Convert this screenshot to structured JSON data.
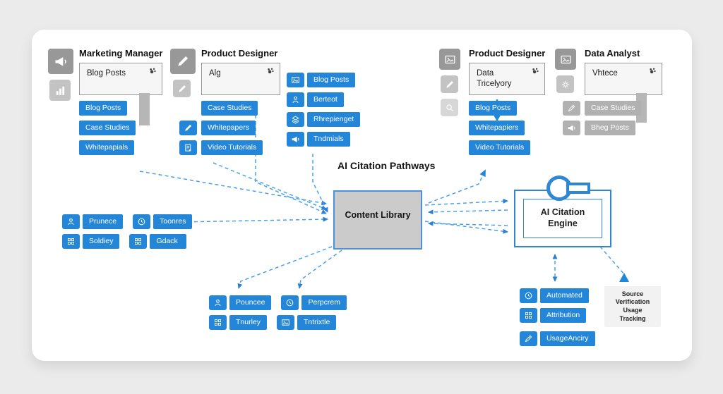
{
  "title": "AI Citation Pathways",
  "colors": {
    "accent_blue": "#2386d9",
    "dash_blue": "#4aa0e8",
    "arrowhead_blue": "#2a80d6",
    "tag_gray": "#b1b1b1",
    "library_fill": "#cbcbcb"
  },
  "personas": [
    {
      "name": "Marketing Manager",
      "side_icons": [
        {
          "icon": "megaphone-icon",
          "variant": "lg dark"
        },
        {
          "icon": "bar-chart-icon",
          "variant": "md mid"
        }
      ],
      "card": {
        "label": "Blog Posts",
        "corner_icon": "ai-paw-icon"
      },
      "tag_style": "blue",
      "tags": [
        {
          "label": "Blog Posts"
        },
        {
          "label": "Case Studies"
        },
        {
          "label": "Whitepapials"
        }
      ]
    },
    {
      "name": "Product Designer",
      "side_icons": [
        {
          "icon": "pencil-icon",
          "variant": "lg dark"
        },
        {
          "icon": "pencil-icon",
          "variant": "sm mid"
        }
      ],
      "card": {
        "label": "Alg",
        "corner_icon": "ai-paw-icon"
      },
      "tag_style": "blue",
      "tags": [
        {
          "label": "Case Studies"
        },
        {
          "icon": "pencil-icon",
          "label": "Whitepapers"
        },
        {
          "icon": "document-icon",
          "label": "Video Tutorials"
        }
      ]
    },
    {
      "name": "Product Designer",
      "side_icons": [
        {
          "icon": "image-icon",
          "variant": "md dark"
        },
        {
          "icon": "pencil-icon",
          "variant": "sm mid"
        },
        {
          "icon": "magnifier-icon",
          "variant": "sm light"
        }
      ],
      "card": {
        "label": "Data\nTricelyory",
        "corner_icon": "ai-paw-icon"
      },
      "tag_style": "blue",
      "tags": [
        {
          "label": "Blog Posts"
        },
        {
          "label": "Whitepapiers"
        },
        {
          "label": "Video Tutorials"
        }
      ]
    },
    {
      "name": "Data Analyst",
      "side_icons": [
        {
          "icon": "image-icon",
          "variant": "md dark"
        },
        {
          "icon": "gear-icon",
          "variant": "sm mid"
        }
      ],
      "card": {
        "label": "Vhtece",
        "corner_icon": "ai-paw-icon"
      },
      "tag_style": "gray",
      "tags": [
        {
          "icon": "pen-icon",
          "label": "Case Studies"
        },
        {
          "icon": "megaphone-icon",
          "label": "Bheg Posts"
        }
      ]
    }
  ],
  "mid_tags": [
    {
      "icon": "image-icon",
      "label": "Blog Posts"
    },
    {
      "icon": "person-icon",
      "label": "Berteot"
    },
    {
      "icon": "layers-icon",
      "label": "Rhrepienget"
    },
    {
      "icon": "megaphone-icon",
      "label": "Tndmials"
    }
  ],
  "left_group": [
    {
      "icon": "person-icon",
      "label": "Prunece"
    },
    {
      "icon": "clock-icon",
      "label": "Toonres"
    },
    {
      "icon": "grid-icon",
      "label": "Soldiey"
    },
    {
      "icon": "grid-icon",
      "label": "Gdack"
    }
  ],
  "bottom_group": [
    {
      "icon": "person-icon",
      "label": "Pouncee"
    },
    {
      "icon": "clock-icon",
      "label": "Perpcrem"
    },
    {
      "icon": "grid-icon",
      "label": "Tnurley"
    },
    {
      "icon": "image-icon",
      "label": "Tntrixtle"
    }
  ],
  "right_group": [
    {
      "icon": "clock-icon",
      "label": "Automated"
    },
    {
      "icon": "grid-icon",
      "label": "Attribution"
    },
    {
      "icon": "pen-icon",
      "label": "UsageAnciry"
    }
  ],
  "content_library": {
    "label": "Content Library"
  },
  "engine": {
    "line1": "AI Citation",
    "line2": "Engine"
  },
  "source_box": {
    "lines": [
      "Source",
      "Verification",
      "Usage",
      "Tracking"
    ]
  }
}
